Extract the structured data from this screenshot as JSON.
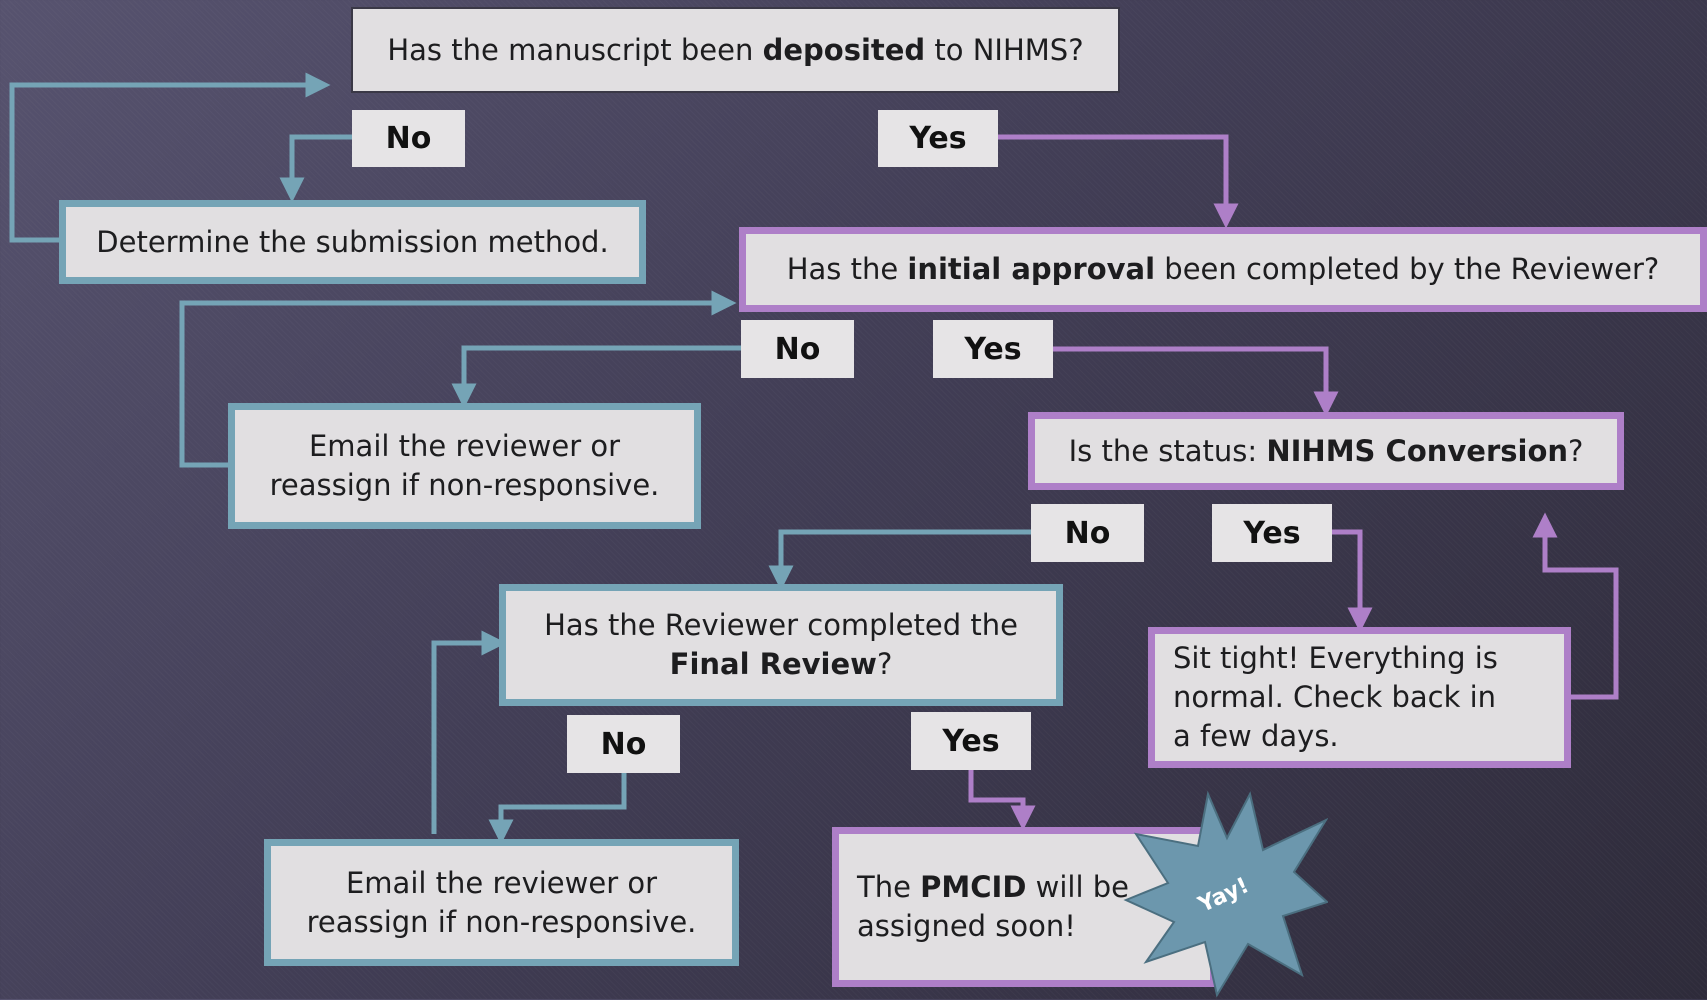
{
  "q_deposited": {
    "pre": "Has the manuscript been ",
    "bold": "deposited",
    "post": " to NIHMS?"
  },
  "determine_method": "Determine the submission method.",
  "q_initial_approval": {
    "pre": "Has the ",
    "bold": "initial approval",
    "post": " been completed by the Reviewer?"
  },
  "email_reviewer_1": {
    "line1": "Email the reviewer or",
    "line2": "reassign if non-responsive."
  },
  "q_status": {
    "pre": "Is the status: ",
    "bold": "NIHMS Conversion",
    "post": "?"
  },
  "q_final_review": {
    "line1": "Has the Reviewer completed the",
    "bold": "Final Review",
    "post": "?"
  },
  "sit_tight": {
    "line1": "Sit tight! Everything is",
    "line2": "normal. Check back in",
    "line3": "a few days."
  },
  "email_reviewer_2": {
    "line1": "Email the reviewer or",
    "line2": "reassign if non-responsive."
  },
  "pmcid": {
    "pre": "The ",
    "bold": "PMCID",
    "post": " will be",
    "line2": "assigned soon!"
  },
  "labels": {
    "no": "No",
    "yes": "Yes"
  },
  "burst_text": "Yay!",
  "colors": {
    "teal": "#75a4b6",
    "purple": "#ae7fc8",
    "box_fill": "#e1dfe1",
    "burst": "#6c97ad"
  }
}
